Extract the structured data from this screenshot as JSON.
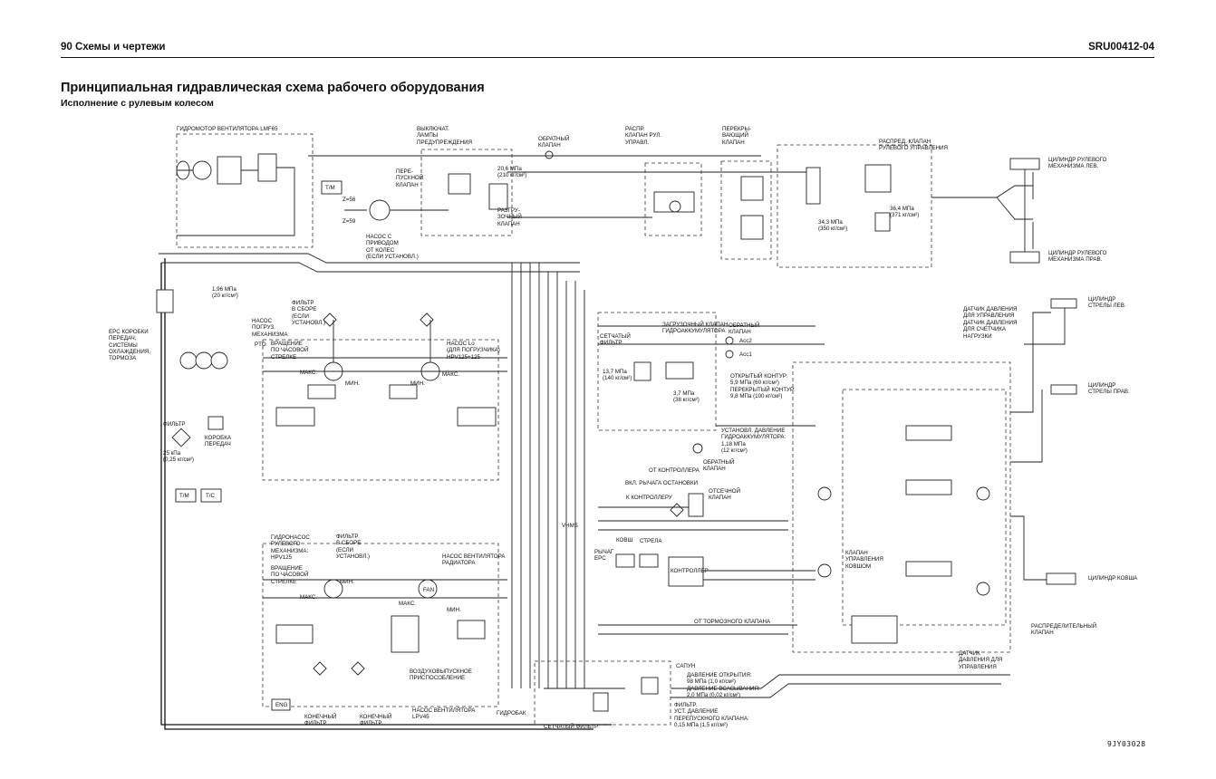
{
  "header": {
    "left": "90 Схемы и чертежи",
    "right": "SRU00412-04"
  },
  "title": "Принципиальная гидравлическая схема рабочего оборудования",
  "subtitle": "Исполнение с рулевым колесом",
  "reference": "9JY03028",
  "labels": {
    "fan_motor": "ГИДРОМОТОР ВЕНТИЛЯТОРА LMF65",
    "warning_switch": "ВЫКЛЮЧАТ.\nЛАМПЫ\nПРЕДУПРЕЖДЕНИЯ",
    "check_valve_top": "ОБРАТНЫЙ\nКЛАПАН",
    "steer_spool": "РАСПР.\nКЛАПАН РУЛ.\nУПРАВЛ.",
    "stop_valve": "ПЕРЕКРЫ-\nВАЮЩИЙ\nКЛАПАН",
    "steer_dist_valve": "РАСПРЕД. КЛАПАН\nРУЛЕВОГО УПРАВЛЕНИЯ",
    "steer_cyl_left": "ЦИЛИНДР РУЛЕВОГО\nМЕХАНИЗМА ЛЕВ.",
    "steer_cyl_right": "ЦИЛИНДР РУЛЕВОГО\nМЕХАНИЗМА ПРАВ.",
    "bypass_valve": "ПЕРЕ-\nПУСКНОЙ\nКЛАПАН",
    "pressure_206": "20,6 МПа\n(210 кг/см²)",
    "unload_valve": "РАЗГРУ-\nЗОЧНЫЙ\nКЛАПАН",
    "wheel_pump": "НАСОС С\nПРИВОДОМ\nОТ КОЛЕС\n(ЕСЛИ УСТАНОВЛ.)",
    "tm": "T/M",
    "z56": "Z=56",
    "z59": "Z=59",
    "pressure_196": "1,96 МПа\n(20 кг/см²)",
    "epc_trans": "EPC КОРОБКИ\nПЕРЕДАЧ,\nСИСТЕМЫ\nОХЛАЖДЕНИЯ,\nТОРМОЗА",
    "filter_assy": "ФИЛЬТР\nВ СБОРЕ\n(ЕСЛИ\nУСТАНОВЛ.)",
    "loader_pump": "НАСОС\nПОГРУЗ.\nМЕХАНИЗМА",
    "pto": "PTO",
    "rot_clockwise": "ВРАЩЕНИЕ\nПО ЧАСОВОЙ\nСТРЕЛКЕ",
    "lo_pump": "НАСОС Lo\n(ДЛЯ ПОГРУЗЧИКА)\nHPV125+125",
    "max1": "МАКС.",
    "min1": "МИН.",
    "max2": "МАКС.",
    "min2": "МИН.",
    "filter_left": "ФИЛЬТР",
    "pressure_250": "25 кПа\n(0,25 кг/см²)",
    "transmission": "КОРОБКА\nПЕРЕДАЧ",
    "tc": "T/C",
    "strainer": "СЕТЧАТЫЙ\nФИЛЬТР",
    "pressure_137": "13,7 МПа\n(140 кг/см²)",
    "accum_charge": "ЗАГРУЗОЧНЫЙ КЛАПАН\nГИДРОАККУМУЛЯТОРА",
    "check_valve_acc": "ОБРАТНЫЙ\nКЛАПАН",
    "acc2": "Acc2",
    "acc1": "Acc1",
    "open_circuit": "ОТКРЫТЫЙ КОНТУР:\n5,9 МПа (60 кг/см²)\nПЕРЕКРЫТЫЙ КОНТУР:\n9,8 МПа (100 кг/см²)",
    "pressure_37": "3,7 МПа\n(38 кг/см²)",
    "accum_set": "УСТАНОВЛ. ДАВЛЕНИЕ\nГИДРОАККУМУЛЯТОРА:\n1,18 МПа\n(12 кг/см²)",
    "check_valve_mid": "ОБРАТНЫЙ\nКЛАПАН",
    "from_controller": "ОТ КОНТРОЛЛЕРА",
    "stop_lever": "ВКЛ. РЫЧАГА ОСТАНОВКИ",
    "to_controller": "К КОНТРОЛЛЕРУ",
    "cutoff_valve": "ОТСЕЧНОЙ\nКЛАПАН",
    "steer_pump": "ГИДРОНАСОС\nРУЛЕВОГО\nМЕХАНИЗМА:\nHPV125",
    "filter_assy2": "ФИЛЬТР\nВ СБОРЕ\n(ЕСЛИ\nУСТАНОВЛ.)",
    "fan_pump": "НАСОС ВЕНТИЛЯТОРА\nРАДИАТОРА",
    "rot_clockwise2": "ВРАЩЕНИЕ\nПО ЧАСОВОЙ\nСТРЕЛКЕ",
    "max3": "МАКС.",
    "min3": "МИН.",
    "fan": "FAN",
    "max4": "МАКС.",
    "min4": "МИН.",
    "air_bleed": "ВОЗДУХОВЫПУСКНОЕ\nПРИСПОСОБЛЕНИЕ",
    "fan_pump2": "НАСОС ВЕНТИЛЯТОРА\nLPV45",
    "final_filter1": "КОНЕЧНЫЙ\nФИЛЬТР",
    "final_filter2": "КОНЕЧНЫЙ\nФИЛЬТР",
    "eng": "ENG",
    "tank": "ГИДРОБАК",
    "strainer2": "СЕТЧАТЫЙ ФИЛЬТР",
    "bucket": "КОВШ",
    "boom": "СТРЕЛА",
    "epc_lever": "РЫЧАГ\nEPC",
    "controller": "КОНТРОЛЛЕР",
    "from_brake": "ОТ ТОРМОЗНОГО КЛАПАНА",
    "breather": "САПУН",
    "breather_pressure": "ДАВЛЕНИЕ ОТКРЫТИЯ:\n98 МПа (1,0 кг/см²)\nДАВЛЕНИЕ ВСАСЫВАНИЯ:\n2,0 МПа (0,02 кг/см²)",
    "filter_bypass": "ФИЛЬТР.\nУСТ. ДАВЛЕНИЕ\nПЕРЕПУСКНОГО КЛАПАНА:\n0,15 МПа (1,5 кг/см²)",
    "boom_cyl_left": "ЦИЛИНДР\nСТРЕЛЫ ЛЕВ.",
    "boom_cyl_right": "ЦИЛИНДР\nСТРЕЛЫ ПРАВ.",
    "pressure_sensor": "ДАТЧИК ДАВЛЕНИЯ\nДЛЯ УПРАВЛЕНИЯ",
    "pressure_sensor2": "ДАТЧИК ДАВЛЕНИЯ\nДЛЯ СЧЕТЧИКА\nНАГРУЗКИ",
    "bucket_cyl": "ЦИЛИНДР КОВША",
    "main_valve": "РАСПРЕДЕЛИТЕЛЬНЫЙ\nКЛАПАН",
    "pressure_sensor3": "ДАТЧИК\nДАВЛЕНИЯ ДЛЯ\nУПРАВЛЕНИЯ",
    "bucket_control": "КЛАПАН\nУПРАВЛЕНИЯ\nКОВШОМ",
    "pressure_343": "34,3 МПа\n(350 кг/см²)",
    "pressure_364": "36,4 МПа\n(371 кг/см²)",
    "vhms": "VHMS"
  }
}
